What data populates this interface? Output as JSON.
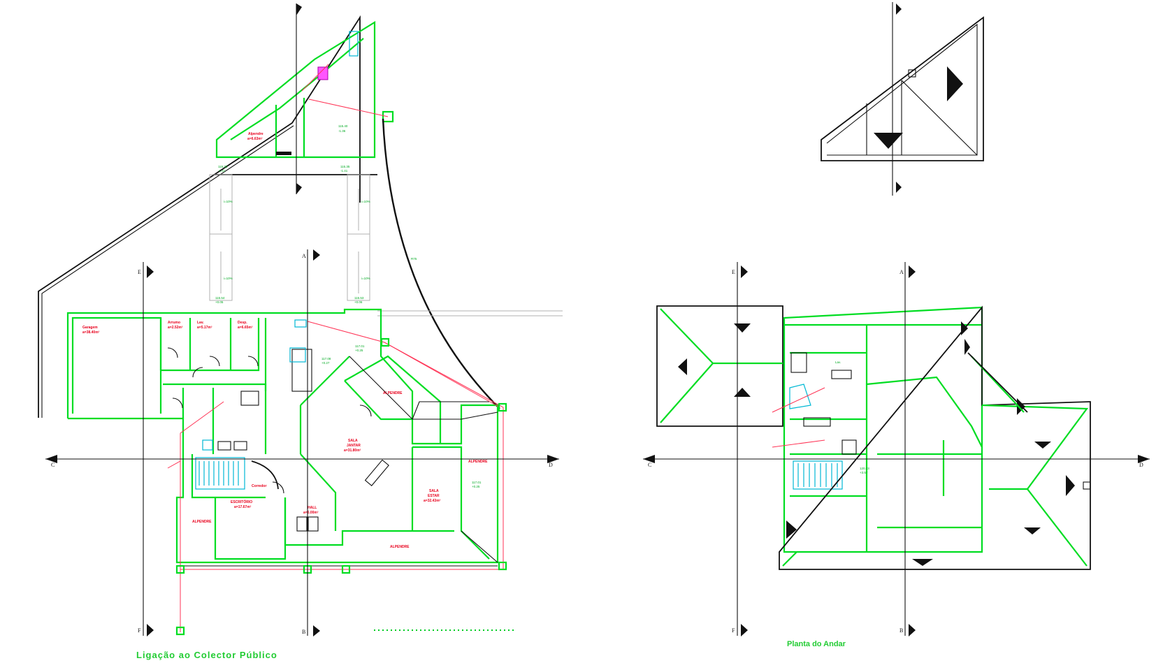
{
  "captions": {
    "left_plan": "Ligação ao Colector Público",
    "right_plan": "Planta do Andar"
  },
  "rooms": {
    "alpendre_top": "Alpendre",
    "alpendre_top_area": "a=6.63m²",
    "garagem": "Garagem",
    "garagem_area": "a=38.40m²",
    "arrumo": "Arrumo",
    "arrumo_area": "a=2.52m²",
    "lav": "Lav.",
    "lav_area": "a=5.17m²",
    "desp": "Desp.",
    "desp_area": "a=6.65m²",
    "alpendre_mid": "ALPENDRE",
    "sala_jantar_1": "SALA",
    "sala_jantar_2": "JANTAR",
    "sala_jantar_area": "a=31.80m²",
    "sala_estar_1": "SALA",
    "sala_estar_2": "ESTAR",
    "sala_estar_area": "a=32.43m²",
    "alpendre_right": "ALPENDRE",
    "corredor": "Corredor",
    "escritorio": "ESCRITÓRIO",
    "escritorio_area": "a=17.67m²",
    "hall": "HALL",
    "hall_area": "a=6.00m²",
    "alpendre_left": "ALPENDRE",
    "alpendre_bottom": "ALPENDRE"
  },
  "levels": {
    "l1": "117.01",
    "l1b": "+0.25",
    "l2": "117.08",
    "l2b": "+0.27",
    "l3": "115.54",
    "l3b": "+0.05",
    "l4": "115.53",
    "l4b": "+0.06",
    "l5": "115.35",
    "l5b": "-1.41",
    "l6": "115.40",
    "l6b": "-1.36",
    "l7": "117.01",
    "l7b": "+0.25",
    "l8": "120.33",
    "l8b": "+3.57"
  },
  "axes": {
    "A": "A",
    "B": "B",
    "C": "C",
    "D": "D",
    "E": "E",
    "F": "F"
  },
  "misc": {
    "ramp1": "i=10%",
    "ramp2": "i=10%",
    "ramp3": "i=10%",
    "ramp4": "i=10%",
    "curve_label": "R75",
    "ceil": "Lav."
  }
}
